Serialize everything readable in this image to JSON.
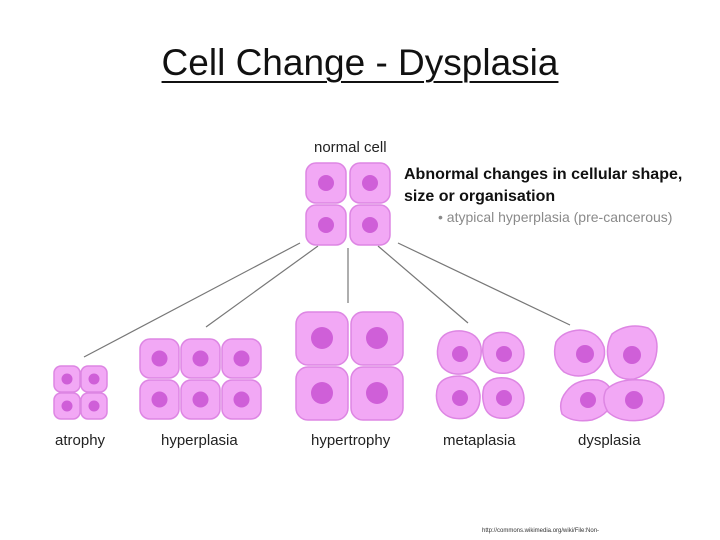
{
  "title": "Cell Change - Dysplasia",
  "labels": {
    "normal": "normal cell",
    "atrophy": "atrophy",
    "hyperplasia": "hyperplasia",
    "hypertrophy": "hypertrophy",
    "metaplasia": "metaplasia",
    "dysplasia": "dysplasia"
  },
  "description": "Abnormal changes in cellular shape, size or organisation",
  "bullet": "• atypical hyperplasia (pre-cancerous)",
  "source_url": "http://commons.wikimedia.org/wiki/File:Non-",
  "colors": {
    "cell_fill": "#f2a8f5",
    "cell_stroke": "#dd86e3",
    "nucleus": "#cf5fd8",
    "line": "#777777"
  }
}
